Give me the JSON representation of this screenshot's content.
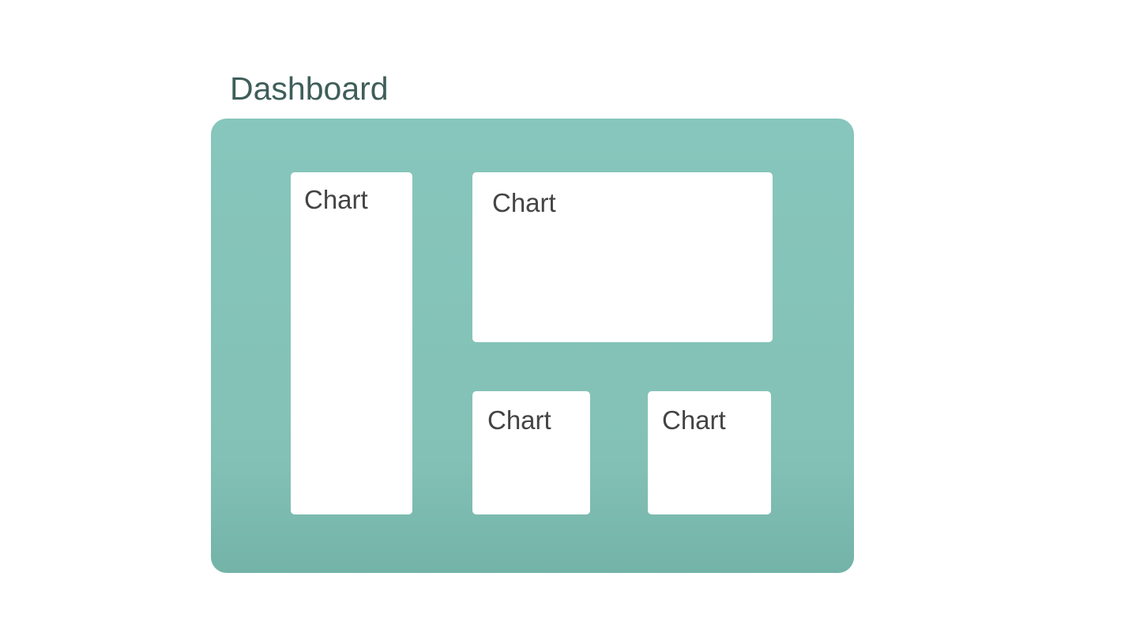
{
  "title": "Dashboard",
  "colors": {
    "title": "#3f5e59",
    "panel": "#85c4ba",
    "card": "#ffffff",
    "card_label": "#444444"
  },
  "cards": [
    {
      "label": "Chart"
    },
    {
      "label": "Chart"
    },
    {
      "label": "Chart"
    },
    {
      "label": "Chart"
    }
  ]
}
